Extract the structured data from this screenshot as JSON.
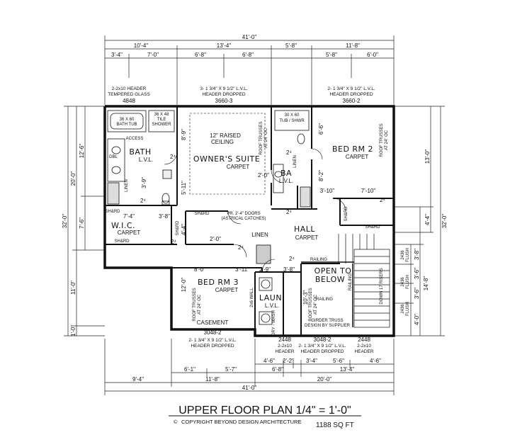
{
  "title": "UPPER FLOOR PLAN  1/4\" = 1'-0\"",
  "copyright": "COPYRIGHT BEYOND DESIGN ARCHITECTURE",
  "copyright_symbol": "©",
  "sqft": "1188 SQ FT",
  "dims": {
    "top_overall": "41'-0\"",
    "top_10_4": "10'-4\"",
    "top_13_4": "13'-4\"",
    "top_5_8": "5'-8\"",
    "top_11_8": "11'-8\"",
    "top_3_4": "3'-4\"",
    "top_7_0": "7'-0\"",
    "top_6_8a": "6'-8\"",
    "top_6_8b": "6'-8\"",
    "top_5_8b": "5'-8\"",
    "top_6_0": "6'-0\"",
    "bot_4_6a": "4'-6\"",
    "bot_2_2": "2'-2\"",
    "bot_3_4": "3'-4\"",
    "bot_5_6": "5'-6\"",
    "bot_4_6b": "4'-6\"",
    "bot_6_1": "6'-1\"",
    "bot_5_7": "5'-7\"",
    "bot_6_8": "6'-8\"",
    "bot_13_4": "13'-4\"",
    "bot_9_4": "9'-4\"",
    "bot_11_8": "11'-8\"",
    "bot_20_0": "20'-0\"",
    "bot_overall": "41'-0\"",
    "left_32_0": "32'-0\"",
    "left_20_0": "20'-0\"",
    "left_11_0": "11'-0\"",
    "left_1_0": "1'-0\"",
    "left_12_6": "12'-6\"",
    "left_7_6": "7'-6\"",
    "right_13_0": "13'-0\"",
    "right_32_0": "32'-0\"",
    "right_4_4": "4'-4\"",
    "right_14_8": "14'-8\"",
    "right_3_8": "3'-8\"",
    "right_3_6a": "3'-6\"",
    "right_3_6b": "3'-6\"",
    "right_4_0": "4'-0\""
  },
  "headers": {
    "h1": "2-2x10 HEADER",
    "h1b": "TEMPERED GLASS",
    "h1c": "4848",
    "h2": "3- 1 3/4\" X 9 1/2\" L.V.L.",
    "h2b": "HEADER DROPPED",
    "h2c": "3660-3",
    "h3": "2- 1 3/4\" X 9 1/2\" L.V.L.",
    "h3b": "HEADER DROPPED",
    "h3c": "3660-2",
    "b1": "3048-2",
    "b1a": "2- 1 3/4\" X 9 1/2\" L.V.L.",
    "b1b": "HEADER DROPPED",
    "b2": "2448",
    "b2a": "2-2x10",
    "b2b": "HEADER",
    "b3": "3048-2",
    "b3a": "2- 1 3/4\" X 9 1/2\" L.V.L.",
    "b3b": "HEADER DROPPED",
    "b4": "2448",
    "b4a": "2-2x10",
    "b4b": "HEADER"
  },
  "rooms": {
    "bath": "BATH",
    "bath_floor": "L.V.L.",
    "tub": "36 X 60",
    "tub2": "BATH TUB",
    "shower": "36 X 48",
    "shower2": "TILE",
    "shower3": "SHOWER",
    "access": "ACCESS",
    "owners": "OWNER'S SUITE",
    "owners_floor": "CARPET",
    "ceiling1": "12\" RAISED",
    "ceiling2": "CEILING",
    "ba": "BA",
    "ba_floor": "L.V.L.",
    "tub_shwr": "30 X 60",
    "tub_shwr2": "TUB / SHWR",
    "bed2": "BED RM 2",
    "bed2_floor": "CARPET",
    "wic": "W.I.C.",
    "wic_floor": "CARPET",
    "hall": "HALL",
    "hall_floor": "CARPET",
    "linen": "LINEN",
    "linen_v": "LINEN",
    "linen_v2": "LINEN",
    "bed3": "BED RM 3",
    "bed3_floor": "CARPET",
    "casement": "CASEMENT",
    "laun": "LAUN",
    "laun_floor": "L.V.L.",
    "open1": "OPEN TO",
    "open2": "BELOW",
    "railing1": "RAILING",
    "railing2": "RAILING",
    "railing3": "RAILING",
    "down": "DOWN 17 RISERS",
    "pr_doors": "PR. 2'-4\" DOORS",
    "pr_doors2": "(ASTRICAL CATCHES)",
    "dry_wash": "DRY - WASH",
    "wall_2x6": "2x6 WALL",
    "girder": "GIRDER TRUSS",
    "girder2": "DESIGN BY SUPPLIER",
    "shrd1": "SH&RD",
    "shrd2": "SH&RD",
    "shrd3": "SH&RD",
    "shrd4": "SH&RD",
    "shrd5": "SH&RD",
    "shrd6": "SH&RD",
    "dbl": "DBL",
    "trusses1": "ROOF TRUSSES",
    "trusses1b": "AT 24\" OC",
    "trusses2": "ROOF TRUSSES",
    "trusses2b": "AT 24\" OC",
    "trusses3": "ROOF TRUSSES",
    "trusses3b": "AT 24\" OC",
    "trusses4": "ROOF TRUSSES",
    "trusses4b": "AT 24\" OC",
    "w2436a": "2436",
    "w2436a2": "FLUSH",
    "w2436b": "2436",
    "w2436b2": "FLUSH",
    "w2436c": "2436",
    "w2436c2": "FLUSH",
    "int_8_9": "8'-9\"",
    "int_2_0": "2'-0\"",
    "int_5_11": "5'-11\"",
    "int_3_9": "3'-9\"",
    "int_7_4": "7'-4\"",
    "int_3_8": "3'-8\"",
    "int_4_4": "4'-4\"",
    "int_2_0b": "2'-0\"",
    "int_6_6": "6'-6\"",
    "int_8_2": "8'-2\"",
    "int_3_10": "3'-10\"",
    "int_7_10": "7'-10\"",
    "int_8_0": "8'-0\"",
    "int_3_11": "3'-11\"",
    "int_2_9": "2'-9\"",
    "int_3_8b": "3'-8\"",
    "int_12_0": "12'-0\"",
    "int_10_3": "10'-3\"",
    "door_24": "2⁴"
  }
}
